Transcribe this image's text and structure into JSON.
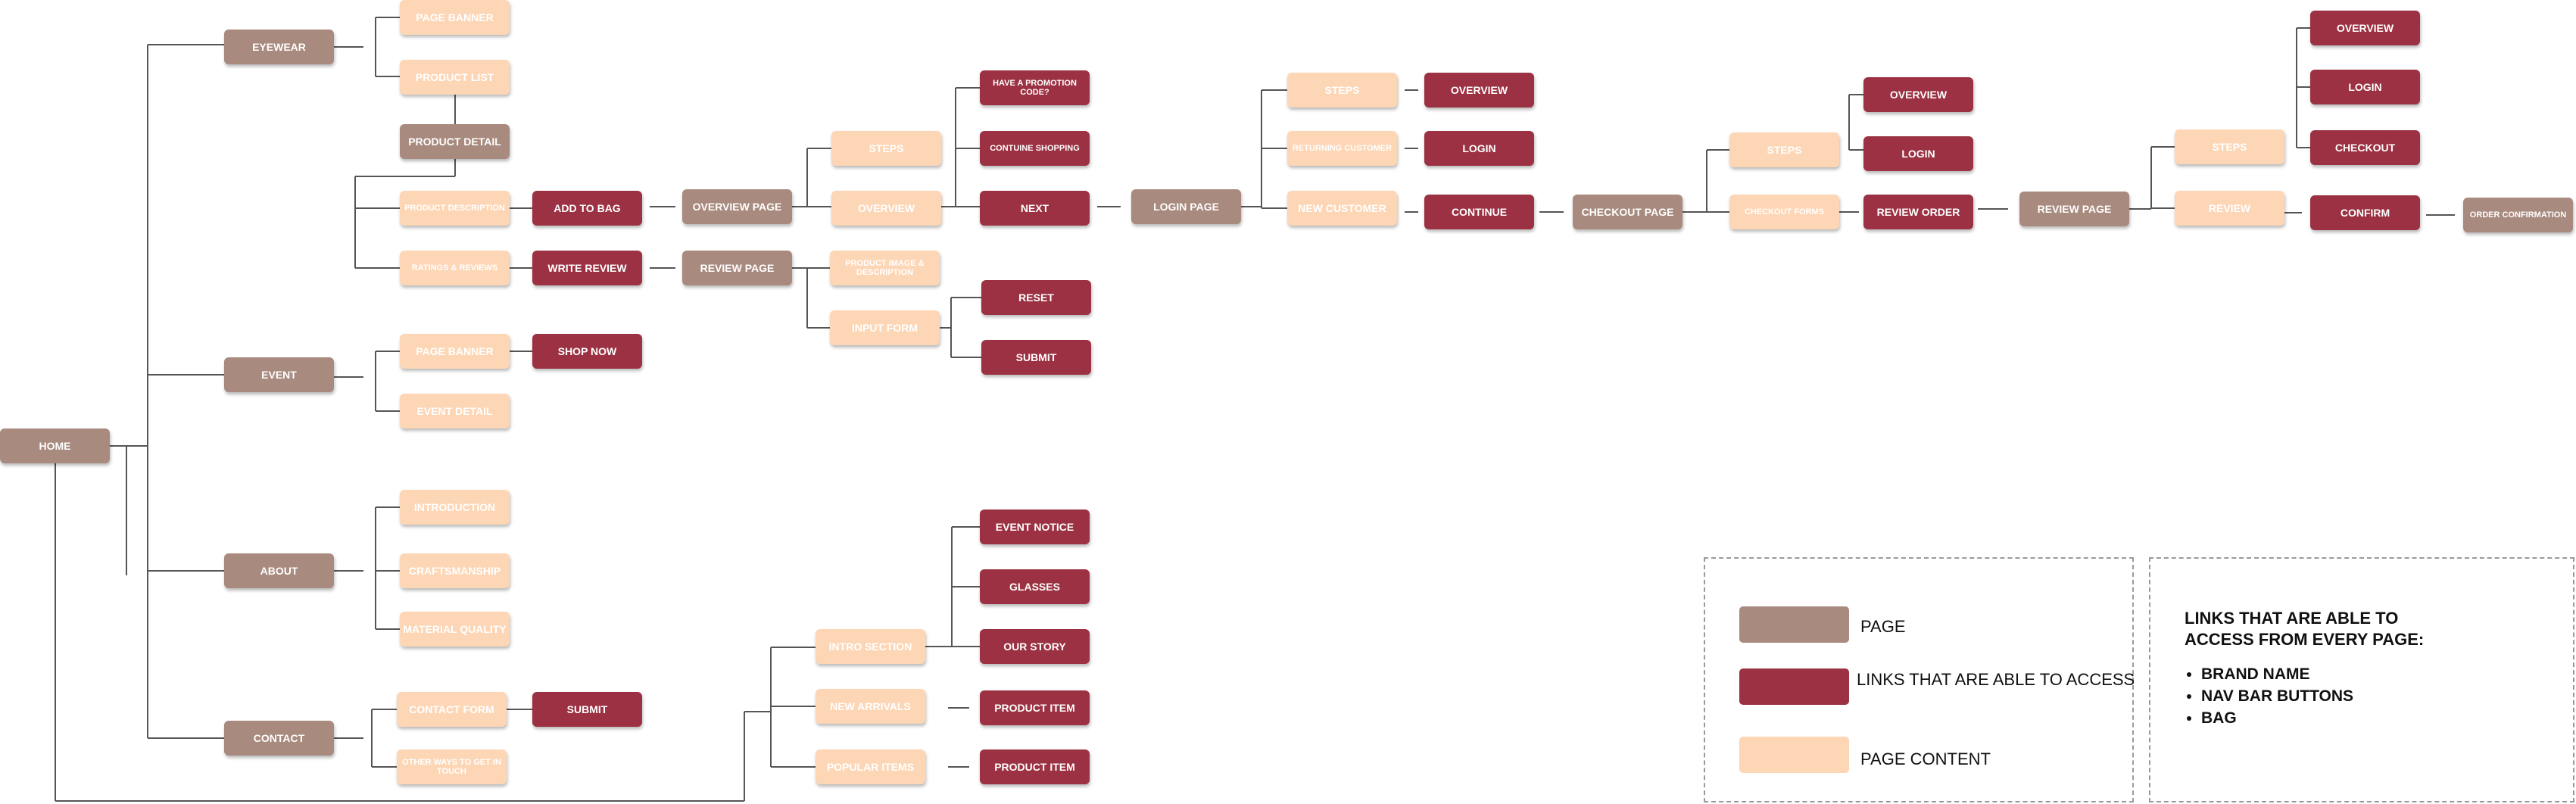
{
  "colors": {
    "page": "#a88a7e",
    "link": "#9b3142",
    "content": "#fdd6b6",
    "line": "#555555"
  },
  "nodes": {
    "home": "HOME",
    "eyewear": "EYEWEAR",
    "event": "EVENT",
    "about": "ABOUT",
    "contact": "CONTACT",
    "eyewear_page_banner": "PAGE BANNER",
    "product_list": "PRODUCT LIST",
    "product_detail": "PRODUCT DETAIL",
    "product_description": "PRODUCT DESCRIPTION",
    "ratings_reviews": "RATINGS & REVIEWS",
    "add_to_bag": "ADD TO BAG",
    "write_review": "WRITE REVIEW",
    "overview_page": "OVERVIEW PAGE",
    "review_page_1": "REVIEW PAGE",
    "ov_steps": "STEPS",
    "ov_overview": "OVERVIEW",
    "promo_code": "HAVE A PROMOTION CODE?",
    "continue_shopping": "CONTUINE SHOPPING",
    "next": "NEXT",
    "product_image_desc": "PRODUCT IMAGE & DESCRIPTION",
    "input_form": "INPUT FORM",
    "reset": "RESET",
    "submit_review": "SUBMIT",
    "login_page": "LOGIN PAGE",
    "lp_steps": "STEPS",
    "returning_customer": "RETURNING CUSTOMER",
    "new_customer": "NEW CUSTOMER",
    "lp_overview": "OVERVIEW",
    "lp_login": "LOGIN",
    "lp_continue": "CONTINUE",
    "checkout_page": "CHECKOUT PAGE",
    "cp_steps": "STEPS",
    "checkout_forms": "CHECKOUT FORMS",
    "cp_overview": "OVERVIEW",
    "cp_login": "LOGIN",
    "review_order": "REVIEW ORDER",
    "review_page_2": "REVIEW PAGE",
    "rp_steps": "STEPS",
    "rp_review": "REVIEW",
    "rp_overview": "OVERVIEW",
    "rp_login": "LOGIN",
    "rp_checkout": "CHECKOUT",
    "confirm": "CONFIRM",
    "order_confirmation": "ORDER CONFIRMATION",
    "event_page_banner": "PAGE BANNER",
    "event_detail": "EVENT DETAIL",
    "shop_now": "SHOP NOW",
    "introduction": "INTRODUCTION",
    "craftsmanship": "CRAFTSMANSHIP",
    "material_quality": "MATERIAL QUALITY",
    "contact_form": "CONTACT FORM",
    "other_ways": "OTHER WAYS TO GET IN TOUCH",
    "submit_contact": "SUBMIT",
    "intro_section": "INTRO SECTION",
    "new_arrivals": "NEW ARRIVALS",
    "popular_items": "POPULAR ITEMS",
    "event_notice": "EVENT NOTICE",
    "glasses": "GLASSES",
    "our_story": "OUR STORY",
    "product_item_1": "PRODUCT ITEM",
    "product_item_2": "PRODUCT ITEM"
  },
  "legend": {
    "page": "PAGE",
    "link": "LINKS THAT ARE ABLE TO ACCESS",
    "content": "PAGE CONTENT"
  },
  "note": {
    "title": "LINKS THAT ARE ABLE TO ACCESS FROM EVERY PAGE:",
    "items": [
      "BRAND NAME",
      "NAV BAR BUTTONS",
      "BAG"
    ]
  }
}
